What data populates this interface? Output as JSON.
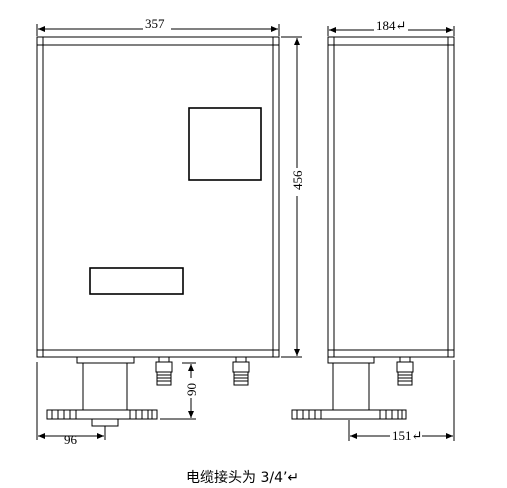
{
  "drawing": {
    "front_view": {
      "width_dim": "357",
      "height_dim": "456",
      "stem_dim": "90",
      "offset_dim": "96"
    },
    "side_view": {
      "depth_dim": "184↵",
      "base_dim": "151↵"
    },
    "caption": "电缆接头为  3/4’↵"
  }
}
